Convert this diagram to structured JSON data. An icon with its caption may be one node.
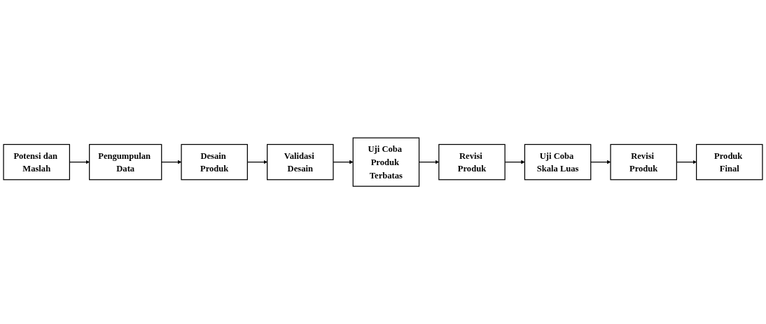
{
  "diagram": {
    "nodes": [
      {
        "text": [
          "Potensi dan Maslah"
        ]
      },
      {
        "text": [
          "Pengumpulan Data"
        ]
      },
      {
        "text": [
          "Desain Produk"
        ]
      },
      {
        "text": [
          "Validasi Desain"
        ]
      },
      {
        "text": [
          "Uji Coba Produk Terbatas"
        ]
      },
      {
        "text": [
          "Revisi Produk"
        ]
      },
      {
        "text": [
          "Uji Coba Skala Luas"
        ]
      },
      {
        "text": [
          "Revisi Produk"
        ]
      },
      {
        "text": [
          "Produk Final"
        ]
      }
    ],
    "edges": [
      {
        "from": 0,
        "to": 1,
        "arrow": "to"
      },
      {
        "from": 1,
        "to": 2,
        "arrow": "to"
      },
      {
        "from": 2,
        "to": 3,
        "arrow": "to"
      },
      {
        "from": 3,
        "to": 4,
        "arrow": "to"
      },
      {
        "from": 4,
        "to": 5,
        "arrow": "to"
      },
      {
        "from": 5,
        "to": 6,
        "arrow": "to"
      },
      {
        "from": 6,
        "to": 7,
        "arrow": "to"
      },
      {
        "from": 7,
        "to": 8,
        "arrow": "to"
      }
    ]
  }
}
